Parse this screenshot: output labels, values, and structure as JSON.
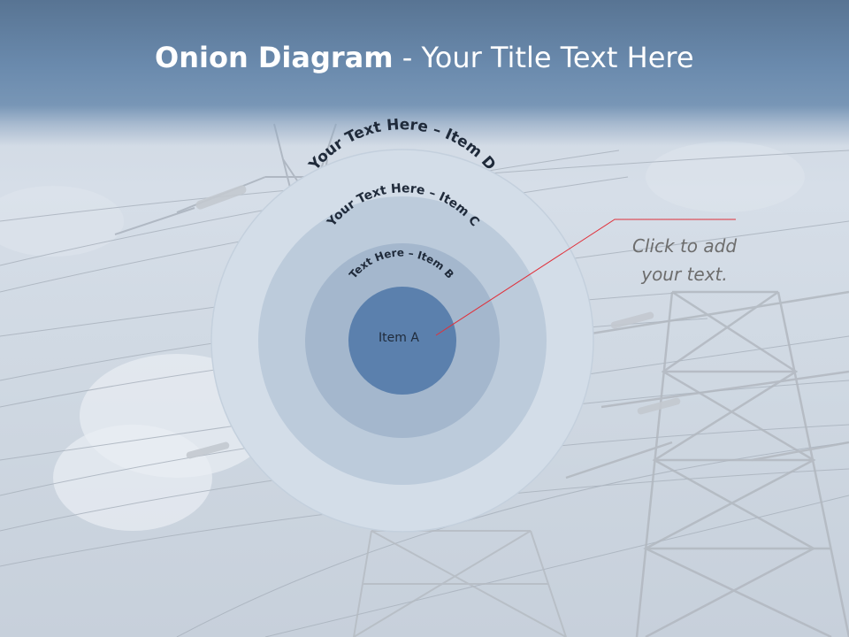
{
  "title": {
    "bold": "Onion Diagram",
    "rest": " - Your Title Text Here"
  },
  "onion": {
    "items": [
      {
        "label": "Your Text Here – Item D",
        "color": "#d3dde8"
      },
      {
        "label": "Your Text Here – Item C",
        "color": "#bccbdb"
      },
      {
        "label": "Text Here – Item B",
        "color": "#a4b7cd"
      },
      {
        "label": "Item A",
        "color": "#5b80ad"
      }
    ]
  },
  "callout": {
    "text": "Click  to add\nyour text.",
    "line_color": "#e0303a"
  },
  "colors": {
    "header": "#5f7c9c",
    "title_text": "#ffffff",
    "label_text": "#1f2a3a"
  }
}
